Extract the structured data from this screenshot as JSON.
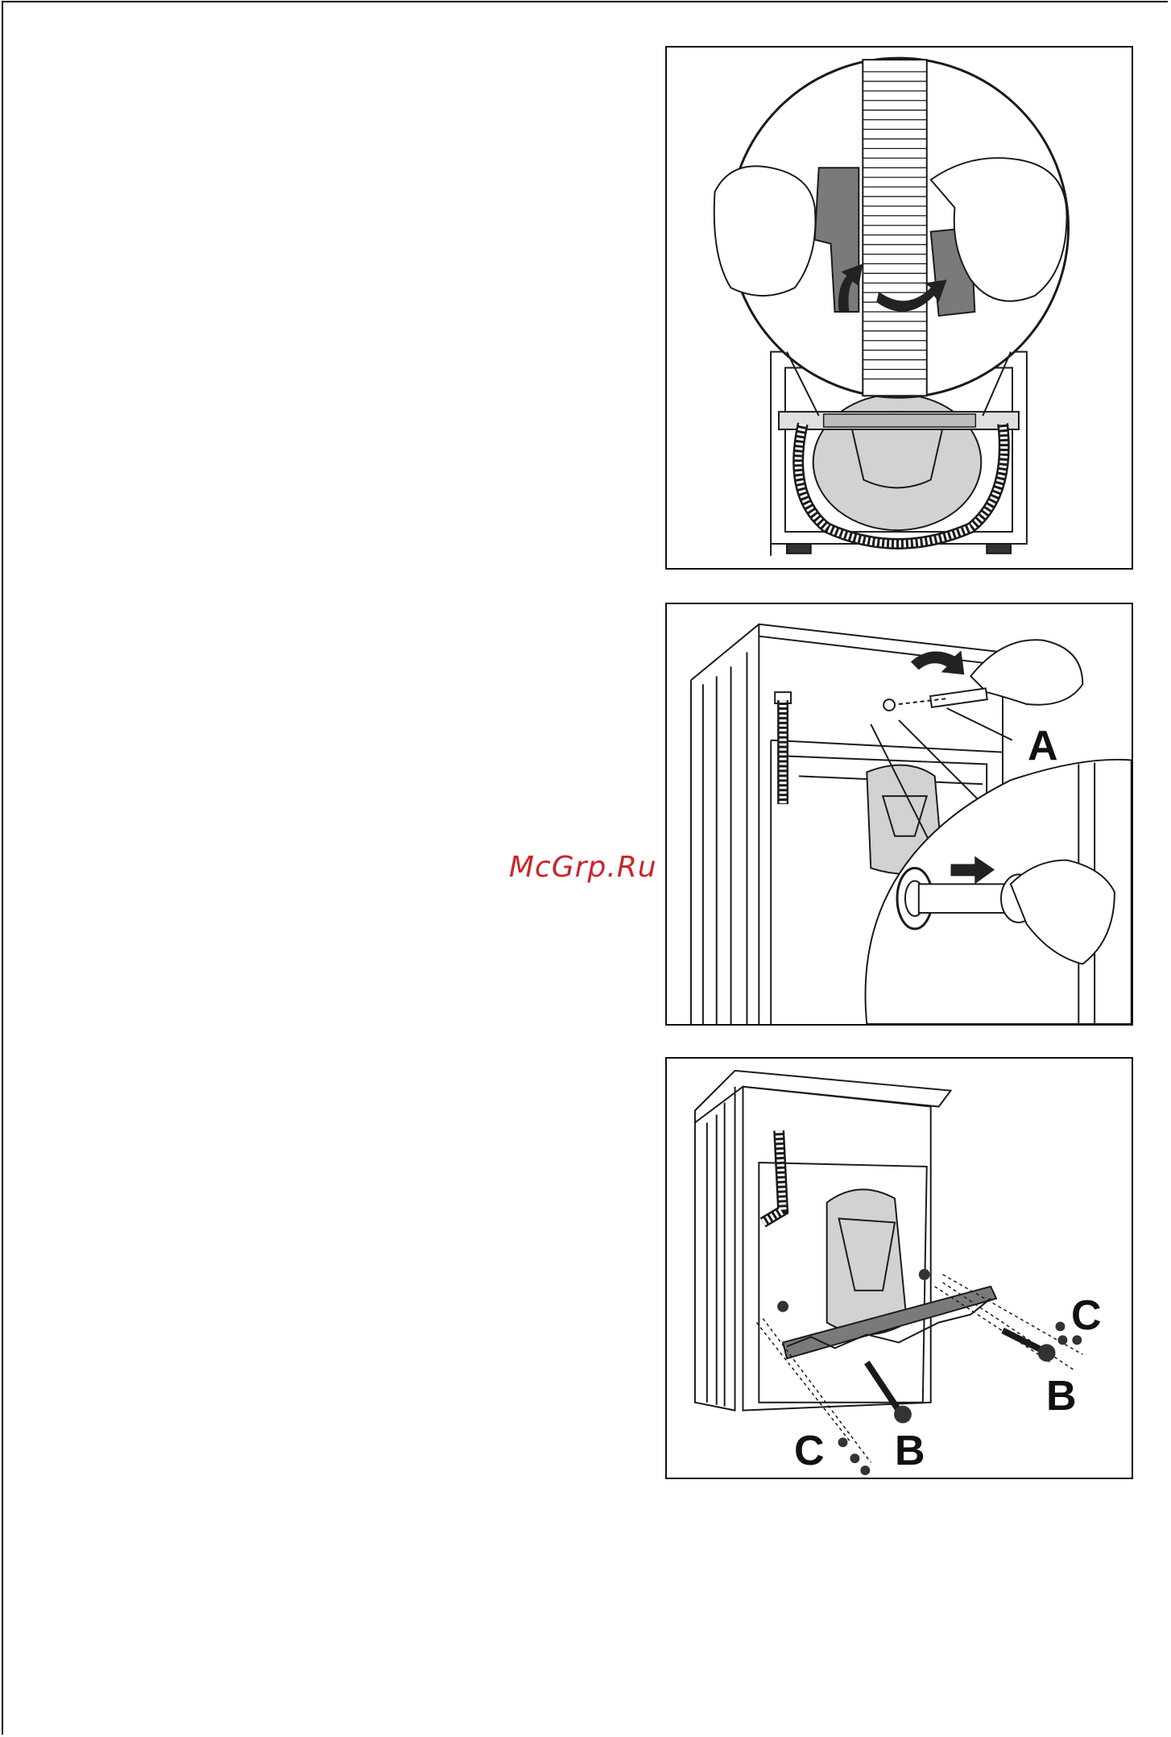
{
  "watermark": "McGrp.Ru",
  "figures": [
    {
      "id": "fig1",
      "description_labels": []
    },
    {
      "id": "fig2",
      "labels": {
        "a": "A"
      }
    },
    {
      "id": "fig3",
      "labels": {
        "c_right": "C",
        "b_right": "B",
        "c_left": "C",
        "b_left": "B"
      }
    }
  ],
  "colors": {
    "line": "#1a1a1a",
    "part_gray": "#7a7a7a",
    "drum_gray": "#d2d2d2",
    "watermark": "#c9262c"
  }
}
